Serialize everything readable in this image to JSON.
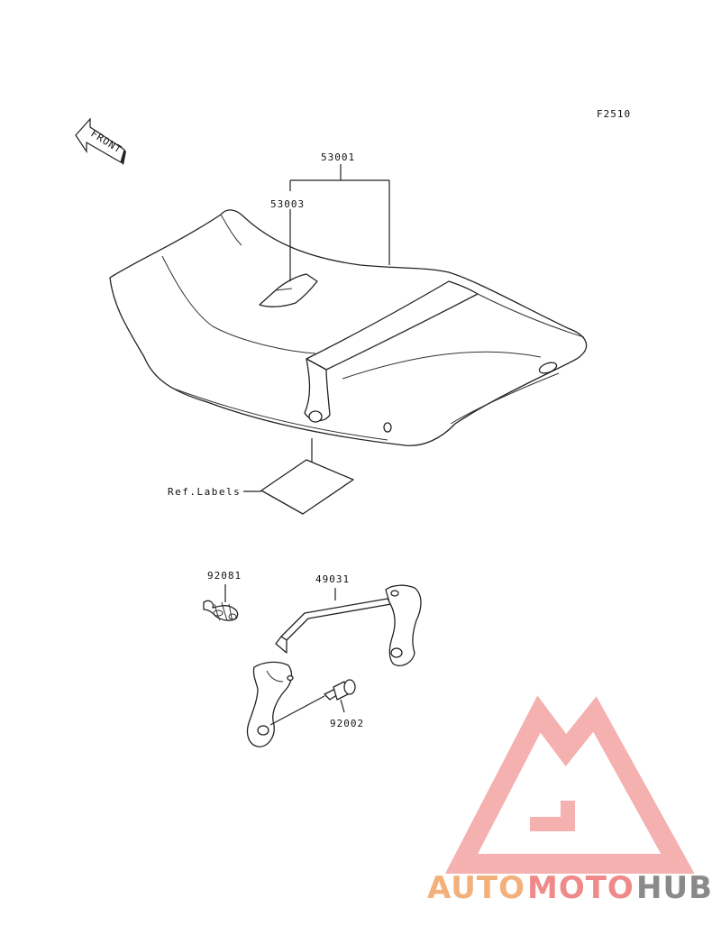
{
  "figure_code": "F2510",
  "front_indicator": "FRONT",
  "parts": {
    "seat_assembly": "53001",
    "seat_part": "53003",
    "ref_labels": "Ref.Labels",
    "spring": "92081",
    "bracket": "49031",
    "bolt": "92002"
  },
  "watermark": {
    "part1": "AUTO",
    "part2": "MOTO",
    "part3": "HUB",
    "color1": "#f4b07a",
    "color2": "#f08a8a",
    "color3": "#8a8a8a",
    "logo_color": "#f4a3a3"
  },
  "colors": {
    "line": "#222222",
    "background": "#ffffff"
  }
}
